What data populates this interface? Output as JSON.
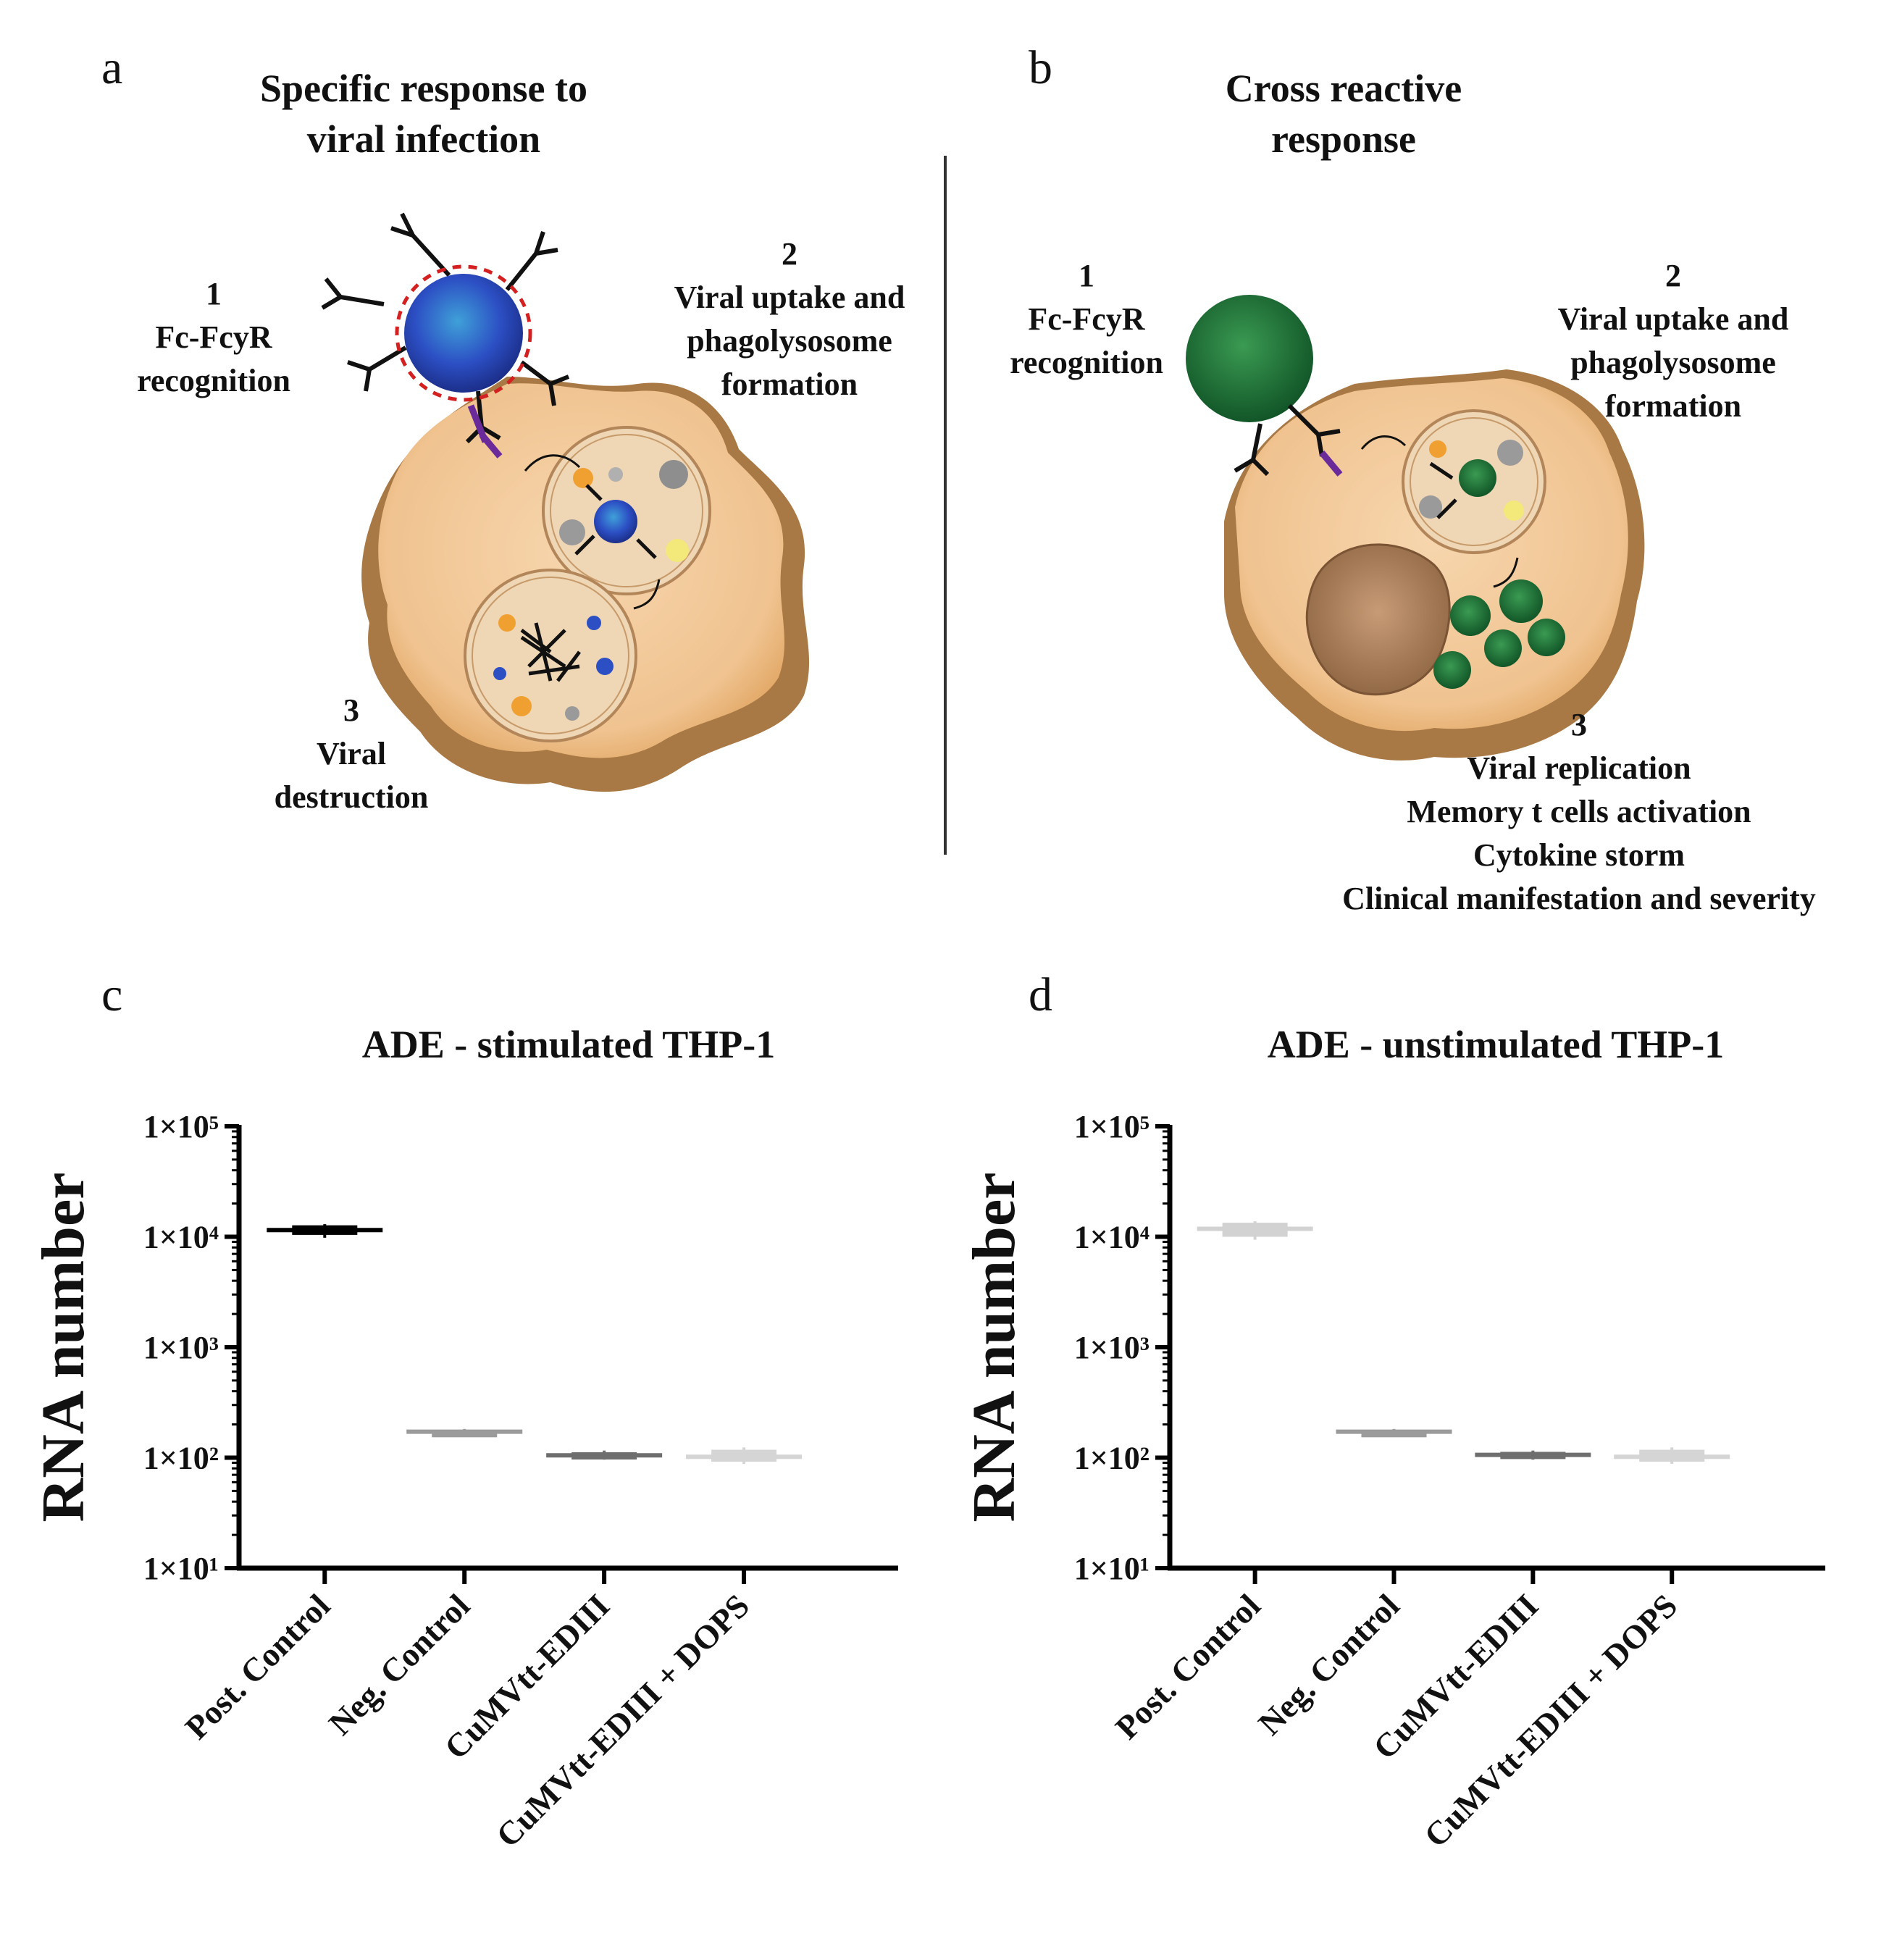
{
  "panels": {
    "a": {
      "letter": "a",
      "heading": [
        "Specific response to",
        "viral infection"
      ],
      "step1": [
        "1",
        "Fc-FcyR",
        "recognition"
      ],
      "step2": [
        "2",
        "Viral uptake and",
        "phagolysosome",
        "formation"
      ],
      "step3": [
        "3",
        "Viral",
        "destruction"
      ]
    },
    "b": {
      "letter": "b",
      "heading": [
        "Cross reactive",
        "response"
      ],
      "step1": [
        "1",
        "Fc-FcyR",
        "recognition"
      ],
      "step2": [
        "2",
        "Viral uptake and",
        "phagolysosome",
        "formation"
      ],
      "step3": [
        "3",
        "Viral replication",
        "Memory t cells activation",
        "Cytokine storm",
        "Clinical manifestation and severity"
      ]
    },
    "c": {
      "letter": "c"
    },
    "d": {
      "letter": "d"
    }
  },
  "colors": {
    "cell": "#f2c99a",
    "cell_shadow": "#9a6224",
    "virus_a": "#2c4fc4",
    "virus_b": "#1e7a3a",
    "receptor": "#6b2a9a"
  },
  "chart_data": [
    {
      "type": "box",
      "title": "ADE - stimulated THP-1",
      "ylabel": "RNA number",
      "yscale": "log",
      "ylim": [
        10,
        100000
      ],
      "yticks": [
        "1×10¹",
        "1×10²",
        "1×10³",
        "1×10⁴",
        "1×10⁵"
      ],
      "categories": [
        "Post. Control",
        "Neg. Control",
        "CuMVtt-EDIII",
        "CuMVtt-EDIII + DOPS"
      ],
      "series": [
        {
          "min": 9800,
          "q1": 10400,
          "median": 11500,
          "q3": 12700,
          "max": 13000,
          "color": "#000000"
        },
        {
          "min": 162,
          "q1": 166,
          "median": 172,
          "q3": 178,
          "max": 182,
          "color": "#9b9b9b"
        },
        {
          "min": 96,
          "q1": 99,
          "median": 105,
          "q3": 112,
          "max": 116,
          "color": "#6e6e6e"
        },
        {
          "min": 88,
          "q1": 92,
          "median": 102,
          "q3": 118,
          "max": 124,
          "color": "#d5d5d5"
        }
      ]
    },
    {
      "type": "box",
      "title": "ADE - unstimulated THP-1",
      "ylabel": "RNA number",
      "yscale": "log",
      "ylim": [
        10,
        100000
      ],
      "yticks": [
        "1×10¹",
        "1×10²",
        "1×10³",
        "1×10⁴",
        "1×10⁵"
      ],
      "categories": [
        "Post. Control",
        "Neg. Control",
        "CuMVtt-EDIII",
        "CuMVtt-EDIII + DOPS"
      ],
      "series": [
        {
          "min": 9400,
          "q1": 10000,
          "median": 11800,
          "q3": 13400,
          "max": 13800,
          "color": "#d2d2d2"
        },
        {
          "min": 162,
          "q1": 166,
          "median": 172,
          "q3": 178,
          "max": 182,
          "color": "#9b9b9b"
        },
        {
          "min": 96,
          "q1": 99,
          "median": 106,
          "q3": 113,
          "max": 116,
          "color": "#6e6e6e"
        },
        {
          "min": 88,
          "q1": 92,
          "median": 102,
          "q3": 118,
          "max": 124,
          "color": "#d5d5d5"
        }
      ]
    }
  ]
}
